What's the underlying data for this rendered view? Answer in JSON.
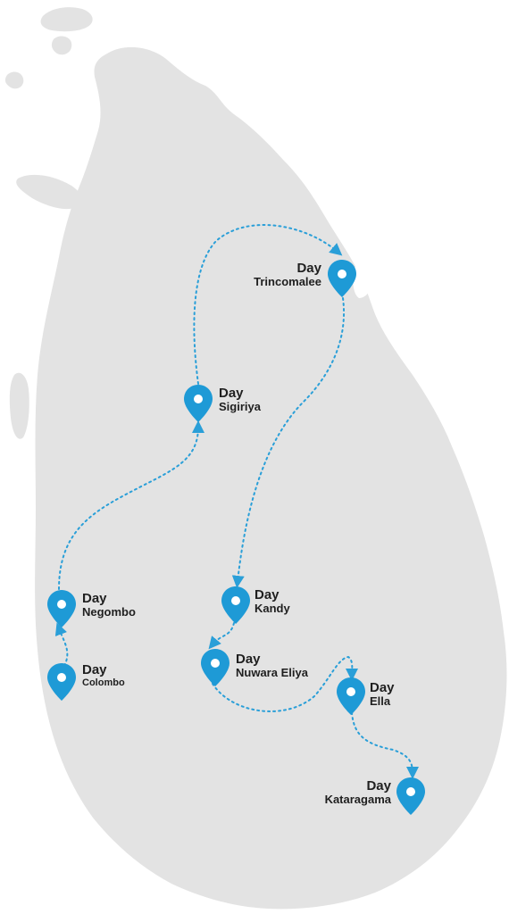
{
  "map": {
    "land_color": "#e3e3e3",
    "route_color": "#2a9fd8",
    "pin_color": "#1e9ad6",
    "day_label": "Day",
    "stops": [
      {
        "id": "colombo",
        "name": "Colombo",
        "day": "Day"
      },
      {
        "id": "negombo",
        "name": "Negombo",
        "day": "Day"
      },
      {
        "id": "sigiriya",
        "name": "Sigiriya",
        "day": "Day"
      },
      {
        "id": "trincomalee",
        "name": "Trincomalee",
        "day": "Day"
      },
      {
        "id": "kandy",
        "name": "Kandy",
        "day": "Day"
      },
      {
        "id": "nuwara-eliya",
        "name": "Nuwara Eliya",
        "day": "Day"
      },
      {
        "id": "ella",
        "name": "Ella",
        "day": "Day"
      },
      {
        "id": "kataragama",
        "name": "Kataragama",
        "day": "Day"
      }
    ]
  }
}
